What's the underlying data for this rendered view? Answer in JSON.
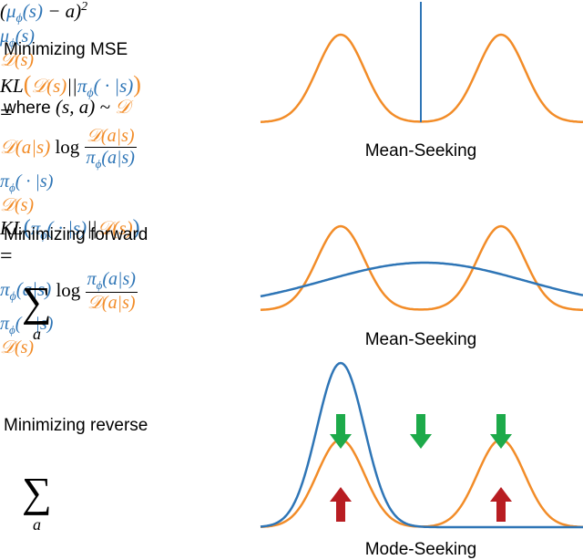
{
  "panel1": {
    "line1": "Minimizing MSE",
    "expr": {
      "open": "(",
      "mu": "μ",
      "phi": "ϕ",
      "args": "(s)",
      "minus": " − a)",
      "sup": "2"
    },
    "where": "where ",
    "where_expr": "(s, a) ~ ",
    "D": "𝒟",
    "label_mu": "μ",
    "label_mu_sub": "ϕ",
    "label_mu_args": "(s)",
    "label_D": "𝒟(s)",
    "caption": "Mean-Seeking"
  },
  "panel2": {
    "line1": "Minimizing forward",
    "kl": "KL",
    "kl_left": "(",
    "kl_D": "𝒟(s)",
    "kl_sep": "||",
    "kl_pi": "π",
    "kl_pi_sub": "ϕ",
    "kl_pi_args": "( · |s)",
    "kl_right": ")",
    "eq": "=",
    "sum_sub": "a",
    "term": "𝒟(a|s)",
    "log": " log ",
    "num": "𝒟(a|s)",
    "den_pi": "π",
    "den_sub": "ϕ",
    "den_args": "(a|s)",
    "label_pi": "π",
    "label_pi_sub": "ϕ",
    "label_pi_args": "( · |s)",
    "label_D": "𝒟(s)",
    "caption": "Mean-Seeking"
  },
  "panel3": {
    "line1": "Minimizing reverse",
    "kl": "KL",
    "kl_left": "(",
    "kl_pi": "π",
    "kl_pi_sub": "ϕ",
    "kl_pi_args": "( · |s)",
    "kl_sep": "||",
    "kl_D": "𝒟(s)",
    "kl_right": ")",
    "eq": "=",
    "sum_sub": "a",
    "term_pi": "π",
    "term_sub": "ϕ",
    "term_args": "(a|s)",
    "log": " log ",
    "num_pi": "π",
    "num_sub": "ϕ",
    "num_args": "(a|s)",
    "den": "𝒟(a|s)",
    "label_pi": "π",
    "label_pi_sub": "ϕ",
    "label_pi_args": "( · |s)",
    "label_D": "𝒟(s)",
    "caption": "Mode-Seeking"
  },
  "colors": {
    "orange": "#F28C28",
    "blue": "#2E75B6",
    "green": "#1DAA4A",
    "red": "#B81D22"
  },
  "icons": {
    "down_arrow": "green-down-arrow-icon",
    "up_arrow": "red-up-arrow-icon"
  }
}
